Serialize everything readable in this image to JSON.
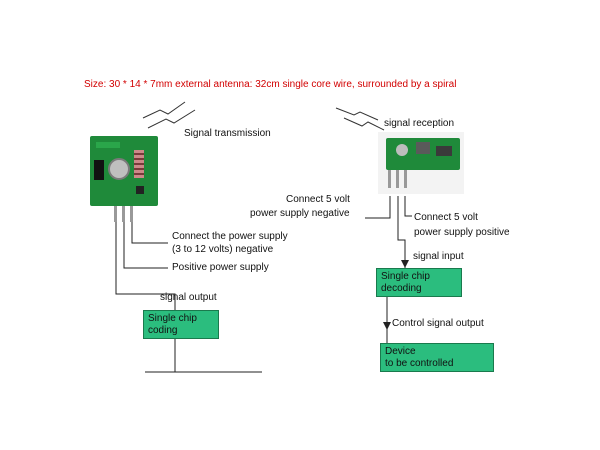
{
  "header": {
    "title": "Size: 30 * 14 * 7mm external antenna: 32cm single core wire, surrounded by a spiral"
  },
  "transmitter": {
    "signal_label": "Signal transmission",
    "pin_negative_label_1": "Connect the power supply",
    "pin_negative_label_2": "(3 to 12 volts) negative",
    "pin_positive_label": "Positive power supply",
    "output_label": "signal output",
    "coding_box_line1": "Single chip",
    "coding_box_line2": "coding"
  },
  "receiver": {
    "signal_label": "signal reception",
    "negative_label_1": "Connect 5 volt",
    "negative_label_2": "power supply negative",
    "positive_label_1": "Connect 5 volt",
    "positive_label_2": "power supply positive",
    "input_label": "signal input",
    "decoding_box_line1": "Single chip",
    "decoding_box_line2": "decoding",
    "control_label": "Control signal output",
    "device_box_line1": "Device",
    "device_box_line2": "to be controlled"
  },
  "colors": {
    "title": "#d20000",
    "box_fill": "#2bbd7e",
    "pcb": "#1f8a3a"
  }
}
